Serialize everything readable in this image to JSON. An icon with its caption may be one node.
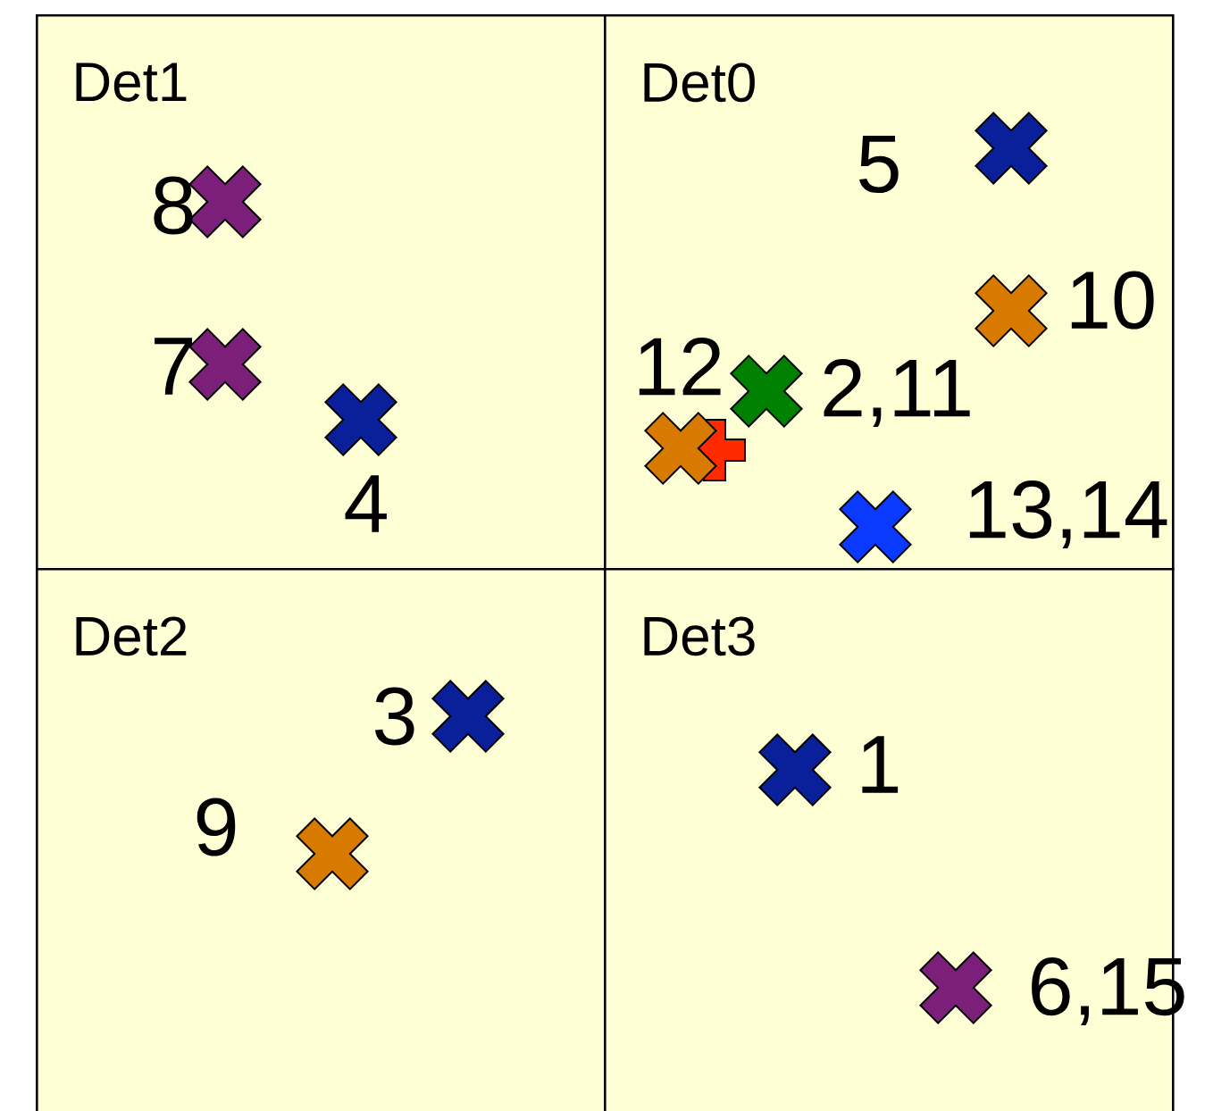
{
  "diagram": {
    "nodes": [
      {
        "text": [
          "Det1"
        ]
      },
      {
        "text": [
          "Det0"
        ]
      },
      {
        "text": [
          "Det2"
        ]
      },
      {
        "text": [
          "Det3"
        ]
      }
    ],
    "labels": [
      "8",
      "5",
      "10",
      "7",
      "12",
      "2,11",
      "4",
      "13,14",
      "3",
      "1",
      "9",
      "6,15"
    ]
  }
}
